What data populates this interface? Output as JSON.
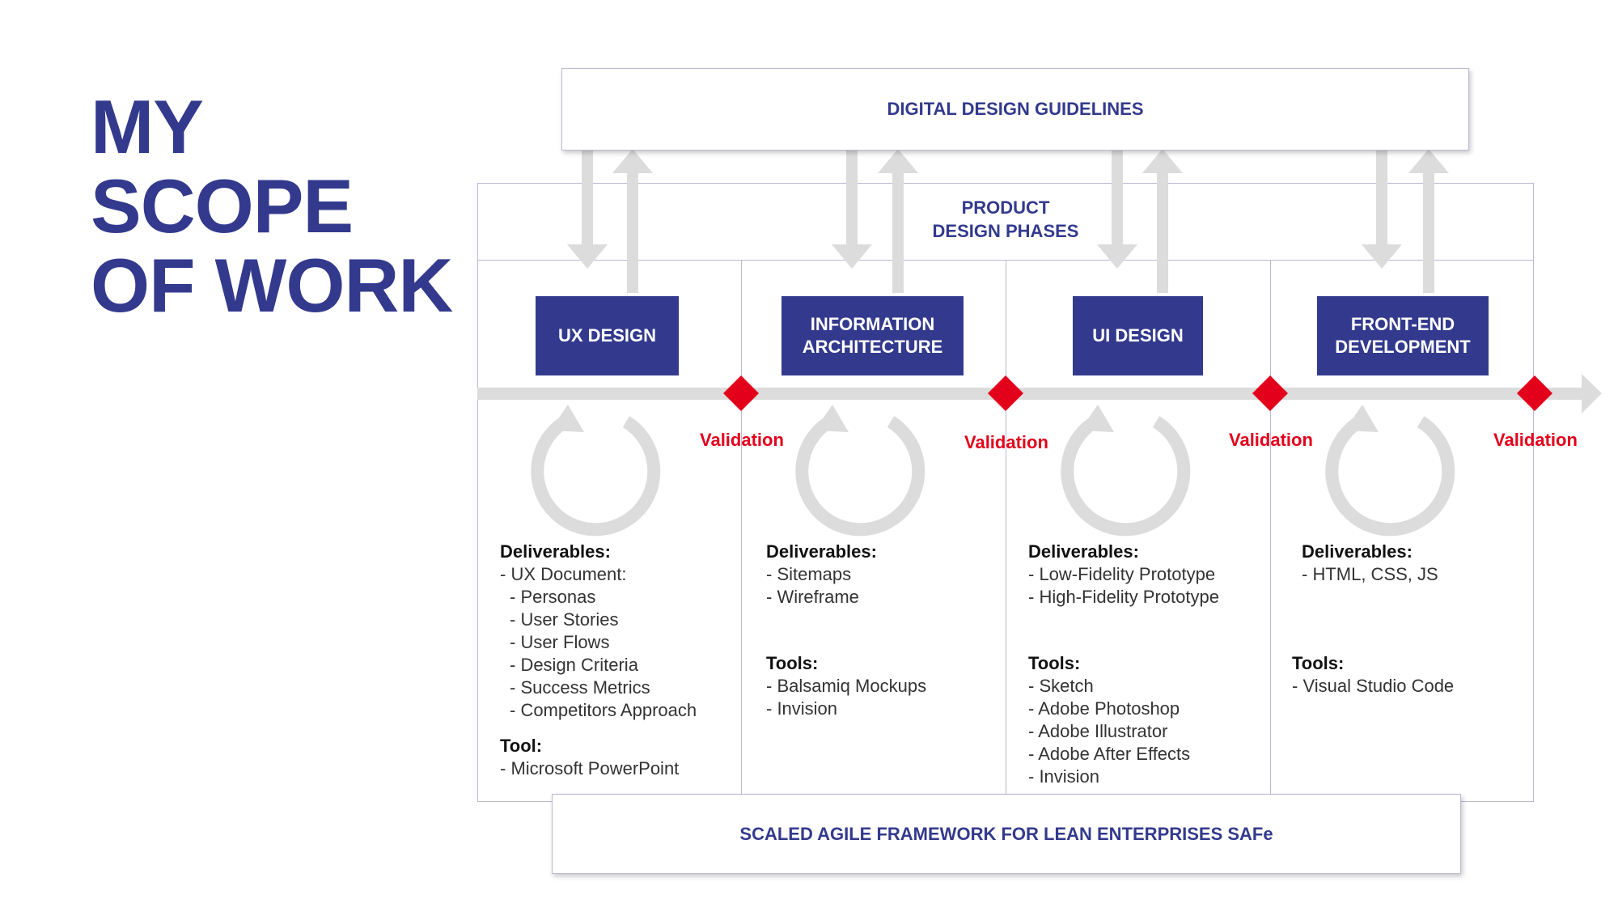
{
  "title_lines": [
    "MY",
    "SCOPE",
    "OF WORK"
  ],
  "top_box_label": "DIGITAL DESIGN GUIDELINES",
  "phases_title_lines": [
    "PRODUCT",
    "DESIGN PHASES"
  ],
  "bottom_box_label": "SCALED AGILE FRAMEWORK FOR LEAN ENTERPRISES SAFe",
  "validation_label": "Validation",
  "colors": {
    "brand": "#333a8d",
    "accent": "#e3001b",
    "arrow": "#dcdcdc"
  },
  "phases": [
    {
      "name_lines": [
        "UX DESIGN"
      ],
      "deliverables_label": "Deliverables:",
      "deliverables": [
        {
          "text": "- UX Document:",
          "sub": false
        },
        {
          "text": "- Personas",
          "sub": true
        },
        {
          "text": "- User Stories",
          "sub": true
        },
        {
          "text": "- User Flows",
          "sub": true
        },
        {
          "text": "- Design Criteria",
          "sub": true
        },
        {
          "text": "- Success Metrics",
          "sub": true
        },
        {
          "text": "- Competitors Approach",
          "sub": true
        }
      ],
      "tools_label": "Tool:",
      "tools": [
        "- Microsoft PowerPoint"
      ]
    },
    {
      "name_lines": [
        "INFORMATION",
        "ARCHITECTURE"
      ],
      "deliverables_label": "Deliverables:",
      "deliverables": [
        {
          "text": "- Sitemaps",
          "sub": false
        },
        {
          "text": "- Wireframe",
          "sub": false
        }
      ],
      "tools_label": "Tools:",
      "tools": [
        "- Balsamiq Mockups",
        "- Invision"
      ]
    },
    {
      "name_lines": [
        "UI DESIGN"
      ],
      "deliverables_label": "Deliverables:",
      "deliverables": [
        {
          "text": "- Low-Fidelity Prototype",
          "sub": false
        },
        {
          "text": "- High-Fidelity Prototype",
          "sub": false
        }
      ],
      "tools_label": "Tools:",
      "tools": [
        "- Sketch",
        "- Adobe Photoshop",
        "- Adobe Illustrator",
        "- Adobe After Effects",
        "- Invision"
      ]
    },
    {
      "name_lines": [
        "FRONT-END",
        "DEVELOPMENT"
      ],
      "deliverables_label": "Deliverables:",
      "deliverables": [
        {
          "text": "- HTML, CSS, JS",
          "sub": false
        }
      ],
      "tools_label": "Tools:",
      "tools": [
        "- Visual Studio Code"
      ]
    }
  ]
}
